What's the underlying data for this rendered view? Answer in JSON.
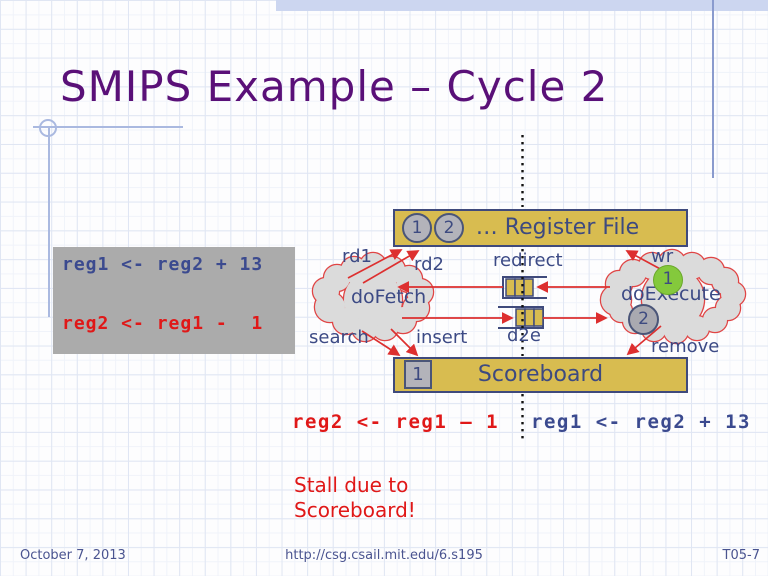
{
  "slide": {
    "title": "SMIPS Example – Cycle 2"
  },
  "code_box": {
    "line1": "reg1 <- reg2 + 13",
    "line2": "reg2 <- reg1 -  1"
  },
  "diagram": {
    "register_file": {
      "label": "… Register File",
      "tokens": [
        "1",
        "2"
      ]
    },
    "scoreboard": {
      "label": "Scoreboard",
      "token": "1"
    },
    "do_fetch": {
      "label": "doFetch"
    },
    "do_execute": {
      "label": "doExecute",
      "token_green": "1",
      "token_gray": "2"
    },
    "labels": {
      "rd1": "rd1",
      "rd2": "rd2",
      "redirect": "redirect",
      "wr": "wr",
      "search": "search",
      "insert": "insert",
      "d2e": "d2e",
      "remove": "remove"
    }
  },
  "annotations": {
    "executing": "reg2 <- reg1 – 1",
    "fetched": "reg1 <- reg2 + 13",
    "stall_line1": "Stall due to",
    "stall_line2": "Scoreboard!"
  },
  "footer": {
    "date": "October 7, 2013",
    "url": "http://csg.csail.mit.edu/6.s195",
    "page": "T05-7"
  },
  "colors": {
    "title_purple": "#5a1078",
    "module_yellow": "#d8bc50",
    "module_border_blue": "#3f4a7c",
    "ink_blue": "#3c4a85",
    "alert_red": "#e01818",
    "arrow_red": "#dd2f2f",
    "token_green": "#84c93c",
    "token_gray": "#b3b3ba",
    "code_box_gray": "#ababab",
    "accent_band_blue": "#ccd6f0"
  }
}
